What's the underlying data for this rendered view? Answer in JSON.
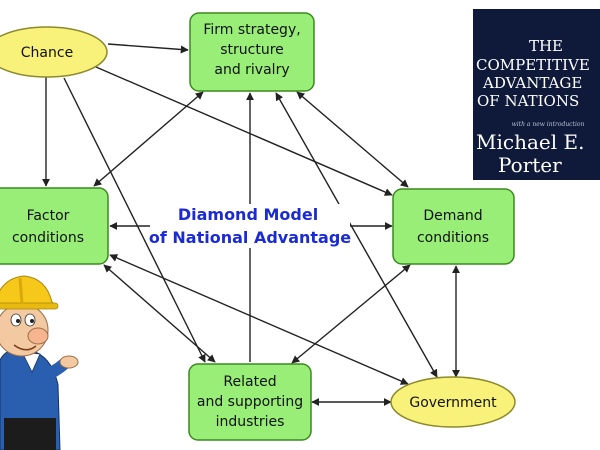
{
  "colors": {
    "box_fill": "#99ee77",
    "box_stroke": "#3b8a1e",
    "oval_fill": "#f8f27a",
    "oval_stroke": "#8c8a2a",
    "arrow": "#222222",
    "center_title": "#1a2bd6",
    "book_bg": "#0f1a3a"
  },
  "nodes": {
    "chance": {
      "label": "Chance",
      "icon": "ellipse"
    },
    "firm_strategy": {
      "lines": [
        "Firm strategy,",
        "structure",
        "and rivalry"
      ]
    },
    "factor_conditions": {
      "lines": [
        "Factor",
        "conditions"
      ]
    },
    "demand_conditions": {
      "lines": [
        "Demand",
        "conditions"
      ]
    },
    "related_industries": {
      "lines": [
        "Related",
        "and supporting",
        "industries"
      ]
    },
    "government": {
      "label": "Government"
    }
  },
  "center": {
    "line1": "Diamond Model",
    "line2": "of National Advantage"
  },
  "book": {
    "title_lines": [
      "THE",
      "COMPETITIVE",
      "ADVANTAGE",
      "OF NATIONS"
    ],
    "subtitle": "with a new introduction",
    "author_lines": [
      "Michael E.",
      "Porter"
    ]
  },
  "illustration": {
    "icon": "construction-worker-cartoon"
  }
}
